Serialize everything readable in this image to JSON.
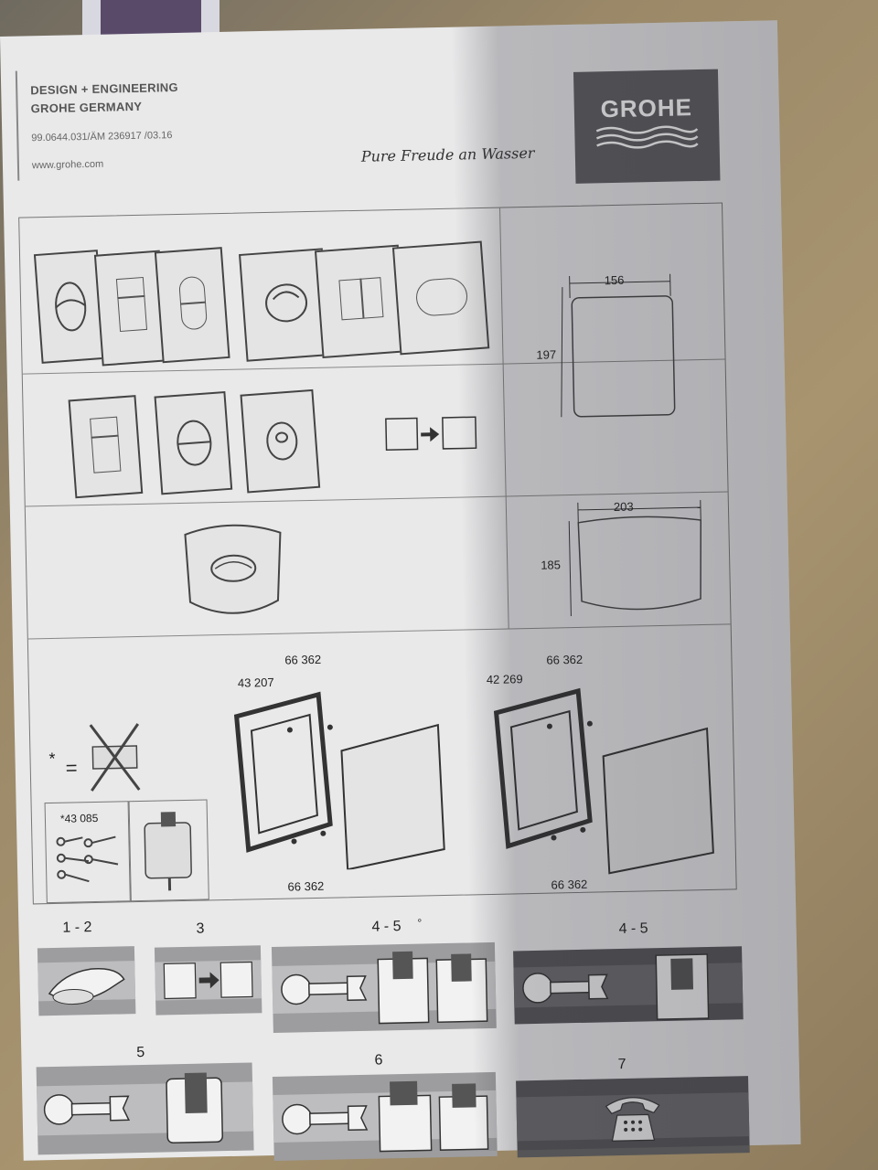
{
  "header": {
    "line1": "DESIGN + ENGINEERING",
    "line2": "GROHE GERMANY",
    "doc_code": "99.0644.031/ÄM 236917 /03.16",
    "url": "www.grohe.com",
    "slogan": "Pure Freude an Wasser",
    "brand": "GROHE"
  },
  "dimensions": {
    "plate1_width": "156",
    "plate1_height": "197",
    "plate2_width": "203",
    "plate2_height": "185"
  },
  "parts": {
    "frame_left": "43 207",
    "screws_left_top": "66 362",
    "screws_left_bottom": "66 362",
    "frame_right": "42 269",
    "screws_right_top": "66 362",
    "screws_right_bottom": "66 362",
    "kit": "*43 085",
    "asterisk": "*",
    "equals": "="
  },
  "steps": {
    "s1": "1 - 2",
    "s2": "3",
    "s3": "4 - 5",
    "s3_mark": "°",
    "s4": "4 - 5",
    "s5": "5",
    "s6": "6",
    "s7": "7"
  }
}
